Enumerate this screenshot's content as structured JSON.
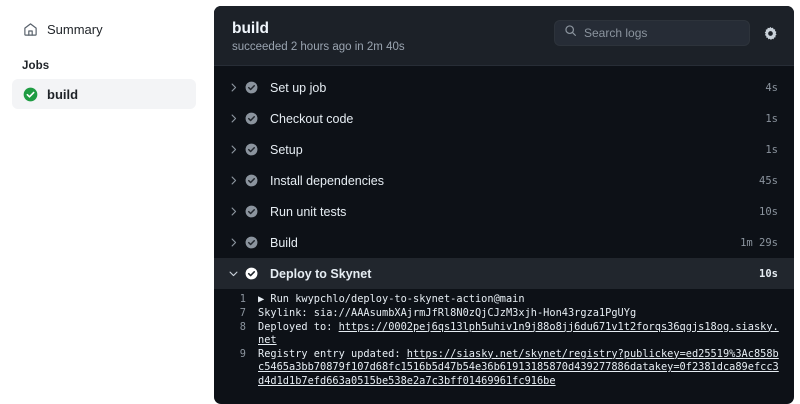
{
  "sidebar": {
    "summary": {
      "label": "Summary",
      "icon": "home-icon"
    },
    "jobs_label": "Jobs",
    "jobs": [
      {
        "label": "build",
        "status": "success",
        "icon": "check-circle-icon"
      }
    ]
  },
  "panel": {
    "title": "build",
    "subtitle": "succeeded 2 hours ago in 2m 40s",
    "search": {
      "placeholder": "Search logs",
      "value": "",
      "icon": "search-icon"
    },
    "settings": {
      "icon": "gear-icon",
      "label": ""
    }
  },
  "steps": [
    {
      "name": "Set up job",
      "duration": "4s",
      "expanded": false,
      "status": "success"
    },
    {
      "name": "Checkout code",
      "duration": "1s",
      "expanded": false,
      "status": "success"
    },
    {
      "name": "Setup",
      "duration": "1s",
      "expanded": false,
      "status": "success"
    },
    {
      "name": "Install dependencies",
      "duration": "45s",
      "expanded": false,
      "status": "success"
    },
    {
      "name": "Run unit tests",
      "duration": "10s",
      "expanded": false,
      "status": "success"
    },
    {
      "name": "Build",
      "duration": "1m 29s",
      "expanded": false,
      "status": "success"
    },
    {
      "name": "Deploy to Skynet",
      "duration": "10s",
      "expanded": true,
      "status": "success"
    }
  ],
  "log": {
    "lines": [
      {
        "num": "1",
        "prefix": "▶ Run ",
        "text": "kwypchlo/deploy-to-skynet-action@main",
        "link": ""
      },
      {
        "num": "7",
        "prefix": "Skylink: ",
        "text": "sia://AAAsumbXAjrmJfRl8N0zQjCJzM3xjh-Hon43rgza1PgUYg",
        "link": ""
      },
      {
        "num": "8",
        "prefix": "Deployed to: ",
        "text": "",
        "link": "https://0002pej6qs13lph5uhiv1n9j88o8jj6du671v1t2forqs36qgjs18og.siasky.net"
      },
      {
        "num": "9",
        "prefix": "Registry entry updated: ",
        "text": "",
        "link": "https://siasky.net/skynet/registry?publickey=ed25519%3Ac858bc5465a3bb70879f107d68fc1516b5d47b54e36b61913185870d439277886datakey=0f2381dca89efcc3d4d1d1b7efd663a0515be538e2a7c3bff01469961fc916be"
      }
    ]
  },
  "colors": {
    "success_green": "#1a7f37",
    "panel_bg": "#0d1117",
    "panel_head_bg": "#1c2128",
    "row_open_bg": "#21262d"
  }
}
